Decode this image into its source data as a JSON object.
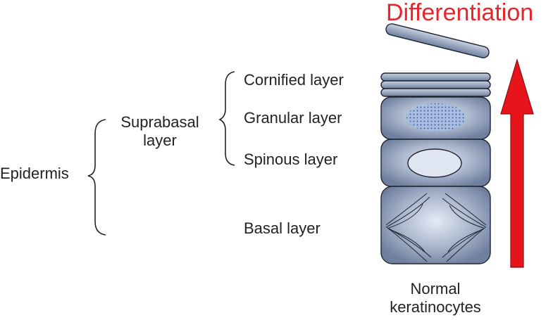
{
  "title": "Differentiation",
  "labels": {
    "epidermis": "Epidermis",
    "suprabasal_line1": "Suprabasal",
    "suprabasal_line2": "layer",
    "cornified": "Cornified layer",
    "granular": "Granular layer",
    "spinous": "Spinous layer",
    "basal": "Basal layer",
    "caption_line1": "Normal",
    "caption_line2": "keratinocytes"
  },
  "colors": {
    "title": "#e8252b",
    "arrow": "#e8141c",
    "cell_fill": "#7f8fac",
    "cell_highlight": "#e4ebf6",
    "outline": "#1f2430",
    "text": "#222222"
  }
}
